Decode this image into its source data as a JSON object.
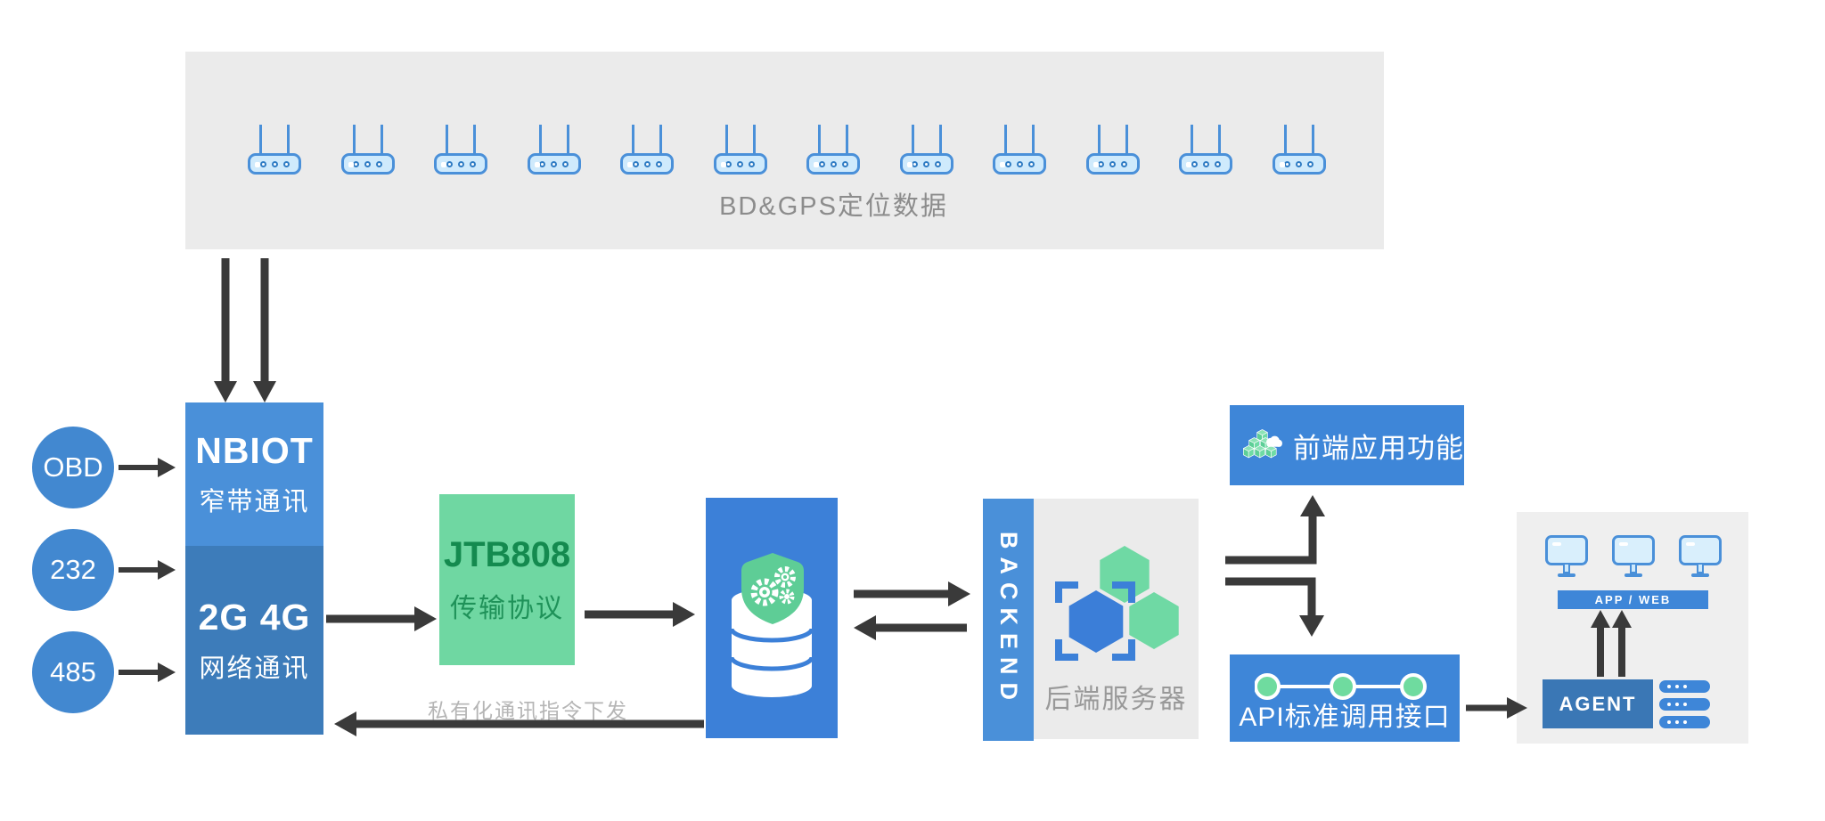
{
  "diagram": {
    "top_box": {
      "label": "BD&GPS定位数据",
      "device_count": 12
    },
    "inputs": [
      {
        "label": "OBD"
      },
      {
        "label": "232"
      },
      {
        "label": "485"
      }
    ],
    "gateway": {
      "nbiot_title": "NBIOT",
      "nbiot_subtitle": "窄带通讯",
      "cellular_title": "2G 4G",
      "cellular_subtitle": "网络通讯"
    },
    "protocol": {
      "title": "JTB808",
      "subtitle": "传输协议"
    },
    "downlink_label": "私有化通讯指令下发",
    "backend": {
      "vertical_label": "BACKEND",
      "label": "后端服务器"
    },
    "frontend": {
      "label": "前端应用功能"
    },
    "api": {
      "label": "API标准调用接口"
    },
    "client_panel": {
      "appweb_label": "APP / WEB",
      "agent_label": "AGENT"
    }
  },
  "colors": {
    "blue_primary": "#4a90d9",
    "blue_dark": "#3d7cba",
    "blue_box": "#3e86d8",
    "blue_agent": "#3a77b5",
    "green_box": "#6fd7a2",
    "green_text": "#148a4f",
    "green_icon": "#68d49e",
    "arrow": "#3a3a3a",
    "gray_box": "#ebebeb",
    "gray_panel": "#efefef",
    "text_gray": "#8c8c8c",
    "text_light_gray": "#b5b5b5"
  }
}
